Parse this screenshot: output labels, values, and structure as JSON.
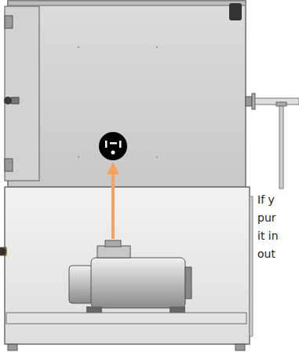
{
  "diagram": {
    "labels": [
      "If y",
      "pur",
      "it in",
      "out"
    ]
  }
}
